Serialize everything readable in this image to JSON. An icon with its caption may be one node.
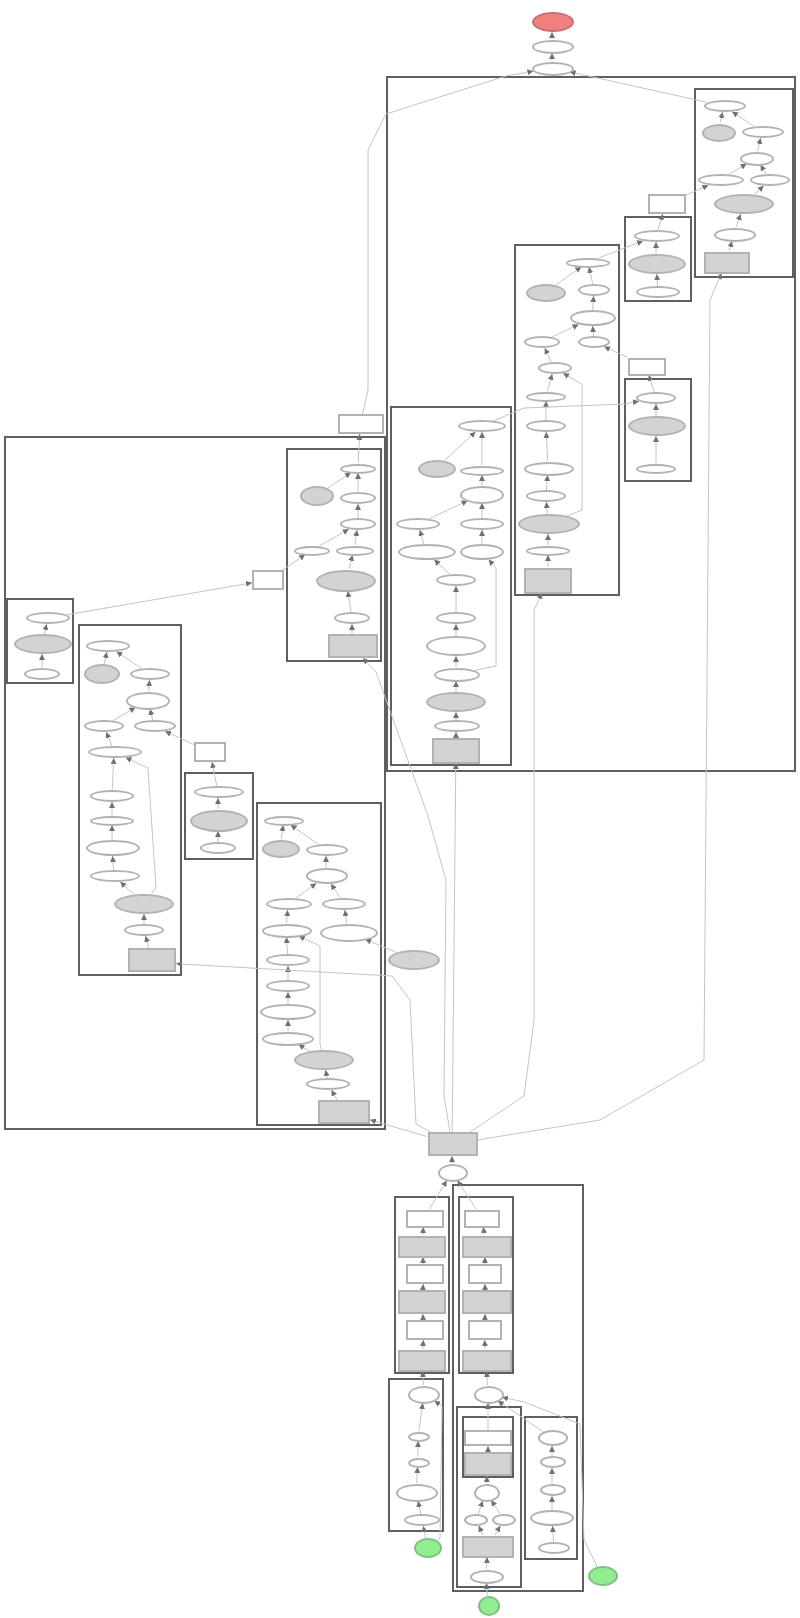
{
  "diagram": {
    "nodes": [
      {
        "text": [],
        "shape": "ellipse"
      },
      {
        "text": [],
        "shape": "ellipse"
      },
      {
        "text": [],
        "shape": "ellipse"
      },
      {
        "text": [],
        "shape": "box"
      },
      {
        "text": [],
        "shape": "box",
        "in": 3
      },
      {
        "text": [],
        "shape": "ellipse",
        "in": 4
      },
      {
        "text": [],
        "shape": "ellipse",
        "in": 4
      },
      {
        "text": [],
        "shape": "ellipse",
        "in": 4
      },
      {
        "text": [],
        "shape": "ellipse",
        "in": 4
      },
      {
        "text": [],
        "shape": "ellipse",
        "in": 4
      },
      {
        "text": [],
        "shape": "ellipse",
        "in": 4
      },
      {
        "text": [],
        "shape": "ellipse",
        "in": 4
      },
      {
        "text": [],
        "shape": "ellipse",
        "in": 4
      },
      {
        "text": [],
        "shape": "box",
        "in": 4
      },
      {
        "text": [],
        "shape": "box",
        "in": 3
      },
      {
        "text": [],
        "shape": "box",
        "in": 3
      },
      {
        "text": [],
        "shape": "ellipse",
        "in": 15
      },
      {
        "text": [],
        "shape": "ellipse",
        "in": 15
      },
      {
        "text": [],
        "shape": "ellipse",
        "in": 15
      },
      {
        "text": [],
        "shape": "box",
        "in": 3
      },
      {
        "text": [],
        "shape": "ellipse",
        "in": 19
      },
      {
        "text": [],
        "shape": "ellipse",
        "in": 19
      },
      {
        "text": [],
        "shape": "ellipse",
        "in": 19
      },
      {
        "text": [],
        "shape": "ellipse",
        "in": 19
      },
      {
        "text": [],
        "shape": "ellipse",
        "in": 19
      },
      {
        "text": [],
        "shape": "ellipse",
        "in": 19
      },
      {
        "text": [],
        "shape": "ellipse",
        "in": 19
      },
      {
        "text": [],
        "shape": "ellipse",
        "in": 19
      },
      {
        "text": [],
        "shape": "ellipse",
        "in": 19
      },
      {
        "text": [],
        "shape": "ellipse",
        "in": 19
      },
      {
        "text": [],
        "shape": "ellipse",
        "in": 19
      },
      {
        "text": [],
        "shape": "ellipse",
        "in": 19
      },
      {
        "text": [],
        "shape": "ellipse",
        "in": 19
      },
      {
        "text": [],
        "shape": "box",
        "in": 19
      },
      {
        "text": [],
        "shape": "box",
        "in": 3
      },
      {
        "text": [],
        "shape": "box",
        "in": 3
      },
      {
        "text": [],
        "shape": "ellipse",
        "in": 35
      },
      {
        "text": [],
        "shape": "ellipse",
        "in": 35
      },
      {
        "text": [],
        "shape": "ellipse",
        "in": 35
      },
      {
        "text": [],
        "shape": "box",
        "in": 3
      },
      {
        "text": [],
        "shape": "ellipse",
        "in": 39
      },
      {
        "text": [],
        "shape": "ellipse",
        "in": 39
      },
      {
        "text": [],
        "shape": "ellipse",
        "in": 39
      },
      {
        "text": [],
        "shape": "ellipse",
        "in": 39
      },
      {
        "text": [],
        "shape": "ellipse",
        "in": 39
      },
      {
        "text": [],
        "shape": "ellipse",
        "in": 39
      },
      {
        "text": [],
        "shape": "ellipse",
        "in": 39
      },
      {
        "text": [],
        "shape": "ellipse",
        "in": 39
      },
      {
        "text": [],
        "shape": "ellipse",
        "in": 39
      },
      {
        "text": [],
        "shape": "ellipse",
        "in": 39
      },
      {
        "text": [],
        "shape": "ellipse",
        "in": 39
      },
      {
        "text": [],
        "shape": "ellipse",
        "in": 39
      },
      {
        "text": [],
        "shape": "ellipse",
        "in": 39
      },
      {
        "text": [],
        "shape": "ellipse",
        "in": 39
      },
      {
        "text": [],
        "shape": "box",
        "in": 39
      },
      {
        "text": [],
        "shape": "box"
      },
      {
        "text": [],
        "shape": "box"
      },
      {
        "text": [],
        "shape": "box",
        "in": 56
      },
      {
        "text": [],
        "shape": "ellipse",
        "in": 57
      },
      {
        "text": [],
        "shape": "ellipse",
        "in": 57
      },
      {
        "text": [],
        "shape": "ellipse",
        "in": 57
      },
      {
        "text": [],
        "shape": "ellipse",
        "in": 57
      },
      {
        "text": [],
        "shape": "ellipse",
        "in": 57
      },
      {
        "text": [],
        "shape": "ellipse",
        "in": 57
      },
      {
        "text": [],
        "shape": "ellipse",
        "in": 57
      },
      {
        "text": [],
        "shape": "ellipse",
        "in": 57
      },
      {
        "text": [],
        "shape": "box",
        "in": 57
      },
      {
        "text": [],
        "shape": "box",
        "in": 56
      },
      {
        "text": [],
        "shape": "box",
        "in": 56
      },
      {
        "text": [],
        "shape": "ellipse",
        "in": 68
      },
      {
        "text": [],
        "shape": "ellipse",
        "in": 68
      },
      {
        "text": [],
        "shape": "ellipse",
        "in": 68
      },
      {
        "text": [],
        "shape": "box",
        "in": 56
      },
      {
        "text": [],
        "shape": "ellipse",
        "in": 72
      },
      {
        "text": [],
        "shape": "ellipse",
        "in": 72
      },
      {
        "text": [],
        "shape": "ellipse",
        "in": 72
      },
      {
        "text": [],
        "shape": "ellipse",
        "in": 72
      },
      {
        "text": [],
        "shape": "ellipse",
        "in": 72
      },
      {
        "text": [],
        "shape": "ellipse",
        "in": 72
      },
      {
        "text": [],
        "shape": "ellipse",
        "in": 72
      },
      {
        "text": [],
        "shape": "ellipse",
        "in": 72
      },
      {
        "text": [],
        "shape": "ellipse",
        "in": 72
      },
      {
        "text": [],
        "shape": "ellipse",
        "in": 72
      },
      {
        "text": [],
        "shape": "ellipse",
        "in": 72
      },
      {
        "text": [],
        "shape": "ellipse",
        "in": 72
      },
      {
        "text": [],
        "shape": "ellipse",
        "in": 72
      },
      {
        "text": [],
        "shape": "box",
        "in": 72
      },
      {
        "text": [],
        "shape": "box",
        "in": 56
      },
      {
        "text": [],
        "shape": "box",
        "in": 56
      },
      {
        "text": [],
        "shape": "ellipse",
        "in": 88
      },
      {
        "text": [],
        "shape": "ellipse",
        "in": 88
      },
      {
        "text": [],
        "shape": "ellipse",
        "in": 88
      },
      {
        "text": [],
        "shape": "box",
        "in": 56
      },
      {
        "text": [],
        "shape": "ellipse",
        "in": 92
      },
      {
        "text": [],
        "shape": "ellipse",
        "in": 92
      },
      {
        "text": [],
        "shape": "ellipse",
        "in": 92
      },
      {
        "text": [],
        "shape": "ellipse",
        "in": 92
      },
      {
        "text": [],
        "shape": "ellipse",
        "in": 92
      },
      {
        "text": [],
        "shape": "ellipse",
        "in": 92
      },
      {
        "text": [],
        "shape": "ellipse",
        "in": 92
      },
      {
        "text": [],
        "shape": "ellipse",
        "in": 92
      },
      {
        "text": [],
        "shape": "ellipse",
        "in": 92
      },
      {
        "text": [],
        "shape": "ellipse",
        "in": 92
      },
      {
        "text": [],
        "shape": "ellipse",
        "in": 92
      },
      {
        "text": [],
        "shape": "ellipse",
        "in": 92
      },
      {
        "text": [],
        "shape": "ellipse",
        "in": 92
      },
      {
        "text": [],
        "shape": "ellipse",
        "in": 92
      },
      {
        "text": [],
        "shape": "box",
        "in": 92
      },
      {
        "text": [],
        "shape": "ellipse"
      },
      {
        "text": [],
        "shape": "box"
      },
      {
        "text": [],
        "shape": "ellipse"
      },
      {
        "text": [],
        "shape": "box"
      },
      {
        "text": [],
        "shape": "box",
        "in": 111
      },
      {
        "text": [],
        "shape": "box",
        "in": 111
      },
      {
        "text": [],
        "shape": "box",
        "in": 111
      },
      {
        "text": [],
        "shape": "box",
        "in": 111
      },
      {
        "text": [],
        "shape": "box",
        "in": 111
      },
      {
        "text": [],
        "shape": "box",
        "in": 111
      },
      {
        "text": [],
        "shape": "box"
      },
      {
        "text": [],
        "shape": "box",
        "in": 118
      },
      {
        "text": [],
        "shape": "box",
        "in": 119
      },
      {
        "text": [],
        "shape": "box",
        "in": 119
      },
      {
        "text": [],
        "shape": "box",
        "in": 119
      },
      {
        "text": [],
        "shape": "box",
        "in": 119
      },
      {
        "text": [],
        "shape": "box",
        "in": 119
      },
      {
        "text": [],
        "shape": "box",
        "in": 119
      },
      {
        "text": [],
        "shape": "box"
      },
      {
        "text": [],
        "shape": "ellipse",
        "in": 126
      },
      {
        "text": [],
        "shape": "ellipse",
        "in": 126
      },
      {
        "text": [],
        "shape": "ellipse",
        "in": 126
      },
      {
        "text": [],
        "shape": "ellipse",
        "in": 126
      },
      {
        "text": [],
        "shape": "ellipse",
        "in": 126
      },
      {
        "text": [],
        "shape": "ellipse",
        "in": 118
      },
      {
        "text": [],
        "shape": "box",
        "in": 118
      },
      {
        "text": [],
        "shape": "box",
        "in": 133
      },
      {
        "text": [],
        "shape": "box",
        "in": 134
      },
      {
        "text": [],
        "shape": "box",
        "in": 134
      },
      {
        "text": [],
        "shape": "ellipse",
        "in": 133
      },
      {
        "text": [],
        "shape": "ellipse",
        "in": 133
      },
      {
        "text": [],
        "shape": "ellipse",
        "in": 133
      },
      {
        "text": [],
        "shape": "box",
        "in": 133
      },
      {
        "text": [],
        "shape": "ellipse",
        "in": 133
      },
      {
        "text": [],
        "shape": "box",
        "in": 118
      },
      {
        "text": [],
        "shape": "ellipse",
        "in": 142
      },
      {
        "text": [],
        "shape": "ellipse",
        "in": 142
      },
      {
        "text": [],
        "shape": "ellipse",
        "in": 142
      },
      {
        "text": [],
        "shape": "ellipse",
        "in": 142
      },
      {
        "text": [],
        "shape": "ellipse",
        "in": 142
      },
      {
        "text": [],
        "shape": "ellipse"
      },
      {
        "text": [],
        "shape": "ellipse"
      },
      {
        "text": [],
        "shape": "ellipse"
      }
    ],
    "edges": [
      {
        "from": 1,
        "to": 0,
        "arrow": "to"
      },
      {
        "from": 2,
        "to": 1,
        "arrow": "to"
      },
      {
        "from": 5,
        "to": 2,
        "arrow": "to"
      },
      {
        "from": 55,
        "to": 2,
        "arrow": "to"
      },
      {
        "from": 6,
        "to": 5,
        "arrow": "to"
      },
      {
        "from": 7,
        "to": 5,
        "arrow": "to"
      },
      {
        "from": 8,
        "to": 7,
        "arrow": "to"
      },
      {
        "from": 9,
        "to": 8,
        "arrow": "to"
      },
      {
        "from": 10,
        "to": 8,
        "arrow": "to"
      },
      {
        "from": 11,
        "to": 10,
        "arrow": "to"
      },
      {
        "from": 12,
        "to": 11,
        "arrow": "to"
      },
      {
        "from": 13,
        "to": 12,
        "arrow": "to"
      },
      {
        "from": 16,
        "to": 14,
        "arrow": "to"
      },
      {
        "from": 14,
        "to": 9,
        "arrow": "to"
      },
      {
        "from": 17,
        "to": 16,
        "arrow": "to"
      },
      {
        "from": 18,
        "to": 17,
        "arrow": "to"
      },
      {
        "from": 20,
        "to": 16,
        "arrow": "to"
      },
      {
        "from": 21,
        "to": 20,
        "arrow": "to"
      },
      {
        "from": 22,
        "to": 20,
        "arrow": "to"
      },
      {
        "from": 23,
        "to": 22,
        "arrow": "to"
      },
      {
        "from": 24,
        "to": 23,
        "arrow": "to"
      },
      {
        "from": 25,
        "to": 23,
        "arrow": "to"
      },
      {
        "from": 26,
        "to": 24,
        "arrow": "to"
      },
      {
        "from": 27,
        "to": 26,
        "arrow": "to"
      },
      {
        "from": 28,
        "to": 27,
        "arrow": "to"
      },
      {
        "from": 29,
        "to": 28,
        "arrow": "to"
      },
      {
        "from": 30,
        "to": 29,
        "arrow": "to"
      },
      {
        "from": 31,
        "to": 30,
        "arrow": "to"
      },
      {
        "from": 32,
        "to": 31,
        "arrow": "to"
      },
      {
        "from": 33,
        "to": 32,
        "arrow": "to"
      },
      {
        "from": 31,
        "to": 26,
        "arrow": "to"
      },
      {
        "from": 36,
        "to": 34,
        "arrow": "to"
      },
      {
        "from": 34,
        "to": 25,
        "arrow": "to"
      },
      {
        "from": 37,
        "to": 36,
        "arrow": "to"
      },
      {
        "from": 38,
        "to": 37,
        "arrow": "to"
      },
      {
        "from": 40,
        "to": 36,
        "arrow": "to"
      },
      {
        "from": 41,
        "to": 40,
        "arrow": "to"
      },
      {
        "from": 42,
        "to": 40,
        "arrow": "to"
      },
      {
        "from": 43,
        "to": 42,
        "arrow": "to"
      },
      {
        "from": 44,
        "to": 43,
        "arrow": "to"
      },
      {
        "from": 45,
        "to": 43,
        "arrow": "to"
      },
      {
        "from": 46,
        "to": 44,
        "arrow": "to"
      },
      {
        "from": 47,
        "to": 45,
        "arrow": "to"
      },
      {
        "from": 48,
        "to": 46,
        "arrow": "to"
      },
      {
        "from": 49,
        "to": 48,
        "arrow": "to"
      },
      {
        "from": 50,
        "to": 49,
        "arrow": "to"
      },
      {
        "from": 51,
        "to": 50,
        "arrow": "to"
      },
      {
        "from": 52,
        "to": 51,
        "arrow": "to"
      },
      {
        "from": 53,
        "to": 52,
        "arrow": "to"
      },
      {
        "from": 54,
        "to": 53,
        "arrow": "to"
      },
      {
        "from": 51,
        "to": 47,
        "arrow": "to"
      },
      {
        "from": 58,
        "to": 55,
        "arrow": "to"
      },
      {
        "from": 59,
        "to": 58,
        "arrow": "to"
      },
      {
        "from": 60,
        "to": 58,
        "arrow": "to"
      },
      {
        "from": 61,
        "to": 60,
        "arrow": "to"
      },
      {
        "from": 62,
        "to": 61,
        "arrow": "to"
      },
      {
        "from": 63,
        "to": 61,
        "arrow": "to"
      },
      {
        "from": 64,
        "to": 63,
        "arrow": "to"
      },
      {
        "from": 65,
        "to": 64,
        "arrow": "to"
      },
      {
        "from": 66,
        "to": 65,
        "arrow": "to"
      },
      {
        "from": 67,
        "to": 62,
        "arrow": "to"
      },
      {
        "from": 69,
        "to": 67,
        "arrow": "to"
      },
      {
        "from": 70,
        "to": 69,
        "arrow": "to"
      },
      {
        "from": 71,
        "to": 70,
        "arrow": "to"
      },
      {
        "from": 74,
        "to": 73,
        "arrow": "to"
      },
      {
        "from": 75,
        "to": 73,
        "arrow": "to"
      },
      {
        "from": 76,
        "to": 75,
        "arrow": "to"
      },
      {
        "from": 77,
        "to": 76,
        "arrow": "to"
      },
      {
        "from": 78,
        "to": 76,
        "arrow": "to"
      },
      {
        "from": 79,
        "to": 77,
        "arrow": "to"
      },
      {
        "from": 80,
        "to": 79,
        "arrow": "to"
      },
      {
        "from": 81,
        "to": 80,
        "arrow": "to"
      },
      {
        "from": 82,
        "to": 81,
        "arrow": "to"
      },
      {
        "from": 83,
        "to": 82,
        "arrow": "to"
      },
      {
        "from": 84,
        "to": 83,
        "arrow": "to"
      },
      {
        "from": 85,
        "to": 84,
        "arrow": "to"
      },
      {
        "from": 86,
        "to": 85,
        "arrow": "to"
      },
      {
        "from": 84,
        "to": 79,
        "arrow": "to"
      },
      {
        "from": 89,
        "to": 87,
        "arrow": "to"
      },
      {
        "from": 87,
        "to": 78,
        "arrow": "to"
      },
      {
        "from": 90,
        "to": 89,
        "arrow": "to"
      },
      {
        "from": 91,
        "to": 90,
        "arrow": "to"
      },
      {
        "from": 94,
        "to": 93,
        "arrow": "to"
      },
      {
        "from": 95,
        "to": 93,
        "arrow": "to"
      },
      {
        "from": 96,
        "to": 95,
        "arrow": "to"
      },
      {
        "from": 97,
        "to": 96,
        "arrow": "to"
      },
      {
        "from": 98,
        "to": 96,
        "arrow": "to"
      },
      {
        "from": 99,
        "to": 97,
        "arrow": "to"
      },
      {
        "from": 100,
        "to": 98,
        "arrow": "to"
      },
      {
        "from": 101,
        "to": 99,
        "arrow": "to"
      },
      {
        "from": 102,
        "to": 101,
        "arrow": "to"
      },
      {
        "from": 103,
        "to": 102,
        "arrow": "to"
      },
      {
        "from": 104,
        "to": 103,
        "arrow": "to"
      },
      {
        "from": 105,
        "to": 104,
        "arrow": "to"
      },
      {
        "from": 106,
        "to": 105,
        "arrow": "to"
      },
      {
        "from": 107,
        "to": 106,
        "arrow": "to"
      },
      {
        "from": 105,
        "to": 99,
        "arrow": "to"
      },
      {
        "from": 108,
        "to": 100,
        "arrow": "to"
      },
      {
        "from": 109,
        "to": 13,
        "arrow": "to"
      },
      {
        "from": 109,
        "to": 33,
        "arrow": "to"
      },
      {
        "from": 109,
        "to": 54,
        "arrow": "to"
      },
      {
        "from": 109,
        "to": 66,
        "arrow": "to"
      },
      {
        "from": 109,
        "to": 86,
        "arrow": "to"
      },
      {
        "from": 109,
        "to": 107,
        "arrow": "to"
      },
      {
        "from": 110,
        "to": 109,
        "arrow": "to"
      },
      {
        "from": 112,
        "to": 110,
        "arrow": "to"
      },
      {
        "from": 120,
        "to": 110,
        "arrow": "to"
      },
      {
        "from": 113,
        "to": 112,
        "arrow": "to"
      },
      {
        "from": 114,
        "to": 113,
        "arrow": "to"
      },
      {
        "from": 115,
        "to": 114,
        "arrow": "to"
      },
      {
        "from": 116,
        "to": 115,
        "arrow": "to"
      },
      {
        "from": 117,
        "to": 116,
        "arrow": "to"
      },
      {
        "from": 127,
        "to": 117,
        "arrow": "to"
      },
      {
        "from": 128,
        "to": 127,
        "arrow": "to"
      },
      {
        "from": 129,
        "to": 128,
        "arrow": "to"
      },
      {
        "from": 130,
        "to": 129,
        "arrow": "to"
      },
      {
        "from": 131,
        "to": 130,
        "arrow": "to"
      },
      {
        "from": 148,
        "to": 131,
        "arrow": "to"
      },
      {
        "from": 121,
        "to": 120,
        "arrow": "to"
      },
      {
        "from": 122,
        "to": 121,
        "arrow": "to"
      },
      {
        "from": 123,
        "to": 122,
        "arrow": "to"
      },
      {
        "from": 124,
        "to": 123,
        "arrow": "to"
      },
      {
        "from": 125,
        "to": 124,
        "arrow": "to"
      },
      {
        "from": 132,
        "to": 125,
        "arrow": "to"
      },
      {
        "from": 135,
        "to": 132,
        "arrow": "to"
      },
      {
        "from": 136,
        "to": 135,
        "arrow": "to"
      },
      {
        "from": 137,
        "to": 136,
        "arrow": "to"
      },
      {
        "from": 138,
        "to": 137,
        "arrow": "to"
      },
      {
        "from": 139,
        "to": 137,
        "arrow": "to"
      },
      {
        "from": 140,
        "to": 138,
        "arrow": "to"
      },
      {
        "from": 140,
        "to": 139,
        "arrow": "to"
      },
      {
        "from": 141,
        "to": 140,
        "arrow": "to"
      },
      {
        "from": 149,
        "to": 141,
        "arrow": "to"
      },
      {
        "from": 143,
        "to": 132,
        "arrow": "to"
      },
      {
        "from": 144,
        "to": 143,
        "arrow": "to"
      },
      {
        "from": 145,
        "to": 144,
        "arrow": "to"
      },
      {
        "from": 146,
        "to": 145,
        "arrow": "to"
      },
      {
        "from": 147,
        "to": 146,
        "arrow": "to"
      },
      {
        "from": 150,
        "to": 132,
        "arrow": "to"
      },
      {
        "from": 148,
        "to": 127,
        "arrow": "to"
      }
    ]
  }
}
